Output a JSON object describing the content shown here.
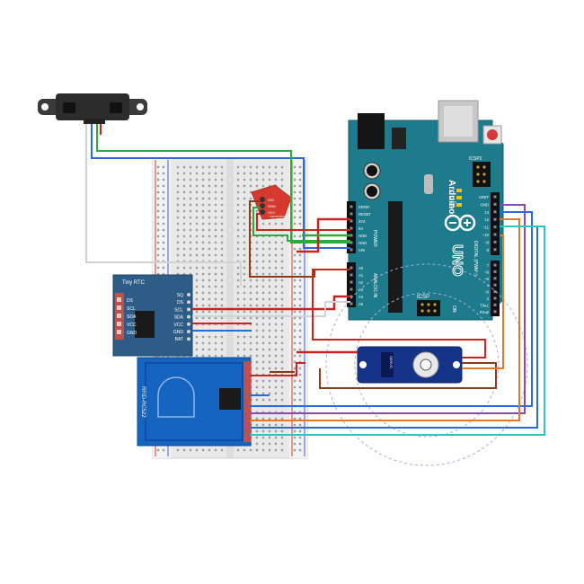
{
  "colors": {
    "arduino": "#1e7b8c",
    "rfid": "#1565c0",
    "rtc": "#2d5d86",
    "servo": "#16338a",
    "wire_red": "#cc2222",
    "wire_green": "#2eaa3a",
    "wire_blue": "#2a6ad9",
    "wire_purple": "#8a4bb0",
    "wire_orange": "#e07a2a",
    "wire_brown": "#8b3a1a",
    "wire_teal": "#2ec4c4",
    "wire_gray": "#9aa0a6"
  },
  "arduino": {
    "brand": "Arduino",
    "model": "UNO",
    "icsp_label": "ICSP",
    "icsp2_label": "ICSP2",
    "power_pins": [
      "IOREF",
      "RESET",
      "3V3",
      "5V",
      "GND",
      "GND",
      "VIN"
    ],
    "analog_pins": [
      "A0",
      "A1",
      "A2",
      "A3",
      "A4",
      "A5"
    ],
    "digital_top_pins": [
      "AREF",
      "GND",
      "13",
      "12",
      "~11",
      "~10",
      "~9",
      "8"
    ],
    "digital_bottom_pins": [
      "7",
      "~6",
      "~5",
      "4",
      "~3",
      "2",
      "TX▸1",
      "RX◂0"
    ],
    "power_section": "POWER",
    "analog_section": "ANALOG IN",
    "digital_section": "DIGITAL (PWM~)",
    "led_labels": [
      "L",
      "TX",
      "RX"
    ],
    "on_label": "ON"
  },
  "rtc": {
    "title": "Tiny RTC",
    "left_pins": [
      "DS",
      "SCL",
      "SDA",
      "VCC",
      "GND"
    ],
    "right_pins": [
      "SQ",
      "DS",
      "SCL",
      "SDA",
      "VCC",
      "GND",
      "BAT"
    ]
  },
  "rfid": {
    "title": "RFID-RC522"
  },
  "sound": {
    "pins": [
      "SIG",
      "GND",
      "VCC"
    ],
    "name": "TMP36/SND"
  },
  "servo": {
    "label": "SERVO"
  }
}
